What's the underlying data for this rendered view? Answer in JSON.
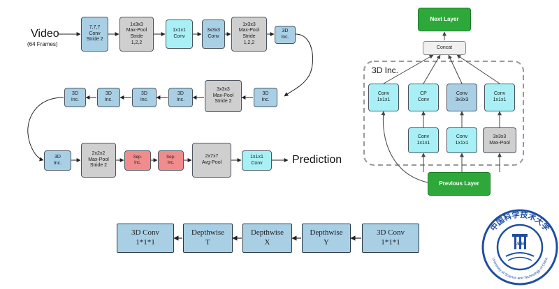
{
  "colors": {
    "blue": "#a9cfe5",
    "gray": "#cfcfcf",
    "cyan": "#a8f0f5",
    "red": "#f08c8c",
    "green": "#2ea83a",
    "logo": "#1e4ea0"
  },
  "pipeline": {
    "video_label": "Video",
    "frames_label": "(64 Frames)",
    "prediction_label": "Prediction",
    "row1": [
      "7,7,7\nConv\nStride 2",
      "1x3x3\nMax-Pool\nStride\n1,2,2",
      "1x1x1\nConv",
      "3x3x3\nConv",
      "1x3x3\nMax-Pool\nStride\n1,2,2",
      "3D\nInc."
    ],
    "row2": [
      "3D\nInc.",
      "3D\nInc.",
      "3D\nInc.",
      "3D\nInc.",
      "3x3x3\nMax-Pool\nStride 2",
      "3D\nInc."
    ],
    "row3": [
      "3D\nInc.",
      "2x2x2\nMax-Pool\nStride 2",
      "Sep-\nInc.",
      "Sep-\nInc.",
      "2x7x7\nAvg-Pool",
      "1x1x1\nConv"
    ]
  },
  "inception": {
    "title": "3D Inc.",
    "next_layer": "Next Layer",
    "concat": "Concat",
    "previous_layer": "Previous Layer",
    "top": [
      "Conv\n1x1x1",
      "CP\nConv",
      "Conv\n3x3x3",
      "Conv\n1x1x1"
    ],
    "bottom": [
      "Conv\n1x1x1",
      "Conv\n1x1x1",
      "3x3x3\nMax-Pool"
    ]
  },
  "separable": {
    "blocks": [
      "3D Conv\n1*1*1",
      "Depthwise\nT",
      "Depthwise\nX",
      "Depthwise\nY",
      "3D Conv\n1*1*1"
    ]
  },
  "logo": {
    "year": "1958",
    "chinese_name": "中国科学技术大学",
    "english_name": "University of Science and Technology of China"
  }
}
